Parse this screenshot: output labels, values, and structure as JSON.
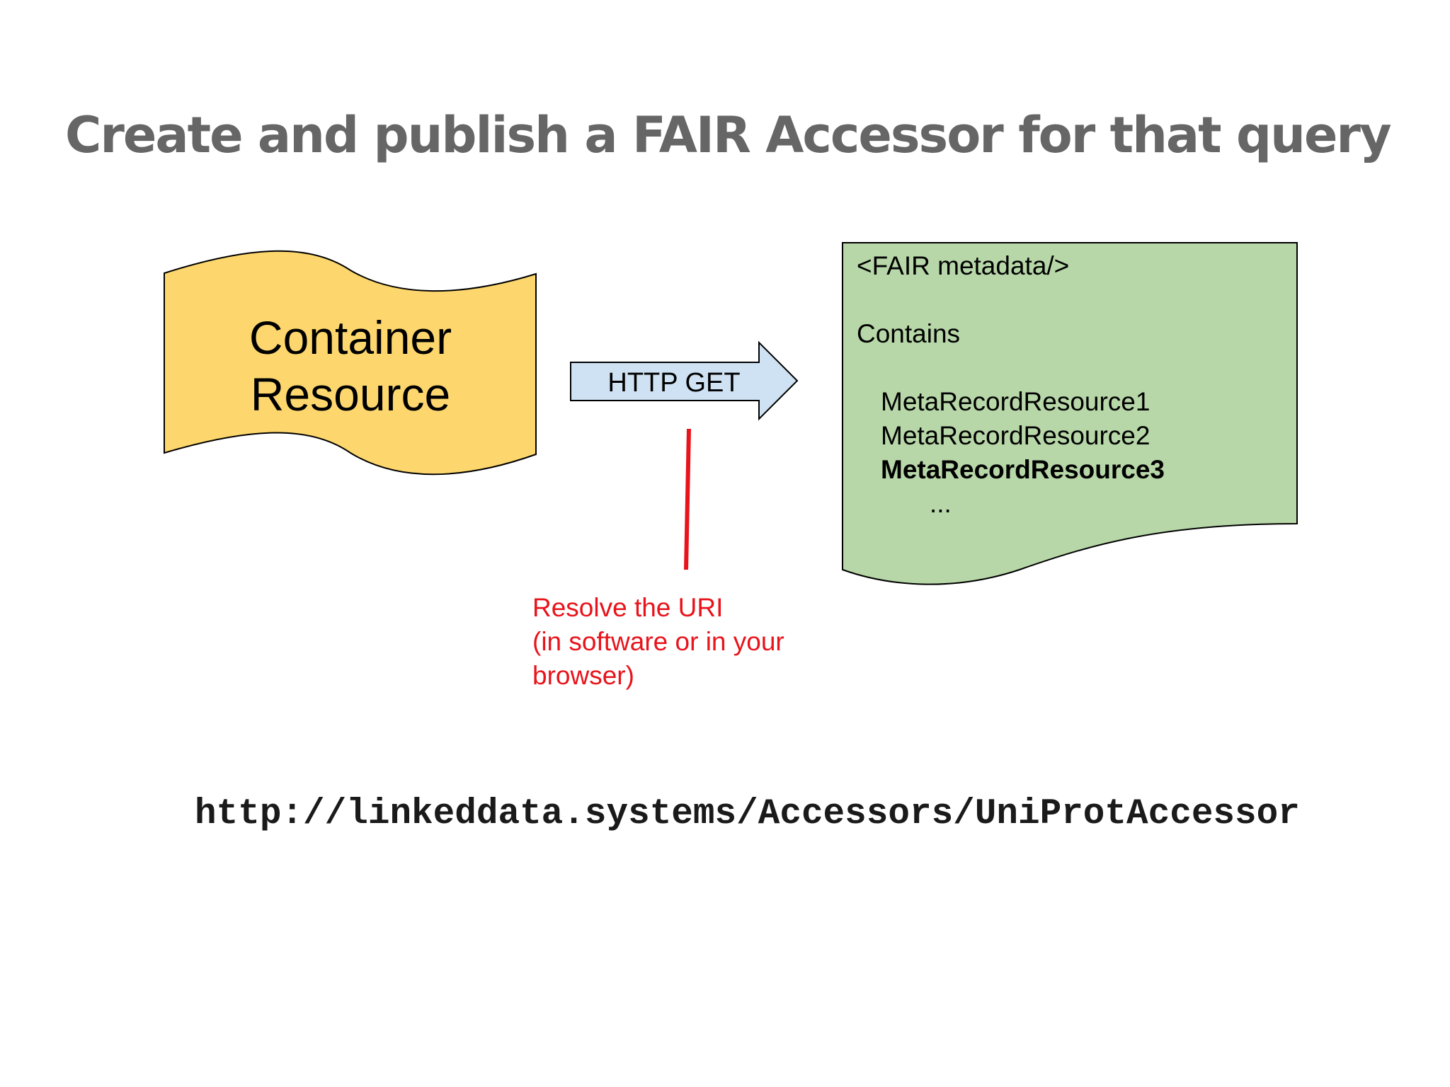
{
  "slide": {
    "title": "Create and publish a FAIR Accessor for that query",
    "url": "http://linkeddata.systems/Accessors/UniProtAccessor"
  },
  "container": {
    "line1": "Container",
    "line2": "Resource",
    "fill": "#fdd76d"
  },
  "arrow": {
    "label": "HTTP GET",
    "fill": "#cfe2f3"
  },
  "document": {
    "fill": "#b7d7a8",
    "header": "<FAIR metadata/>",
    "contains_label": "Contains",
    "items": [
      "MetaRecordResource1",
      "MetaRecordResource2",
      "MetaRecordResource3"
    ],
    "ellipsis": "..."
  },
  "annotation": {
    "line1": "Resolve the URI",
    "line2": "(in software or in your",
    "line3": "browser)",
    "color": "#e8131b"
  }
}
